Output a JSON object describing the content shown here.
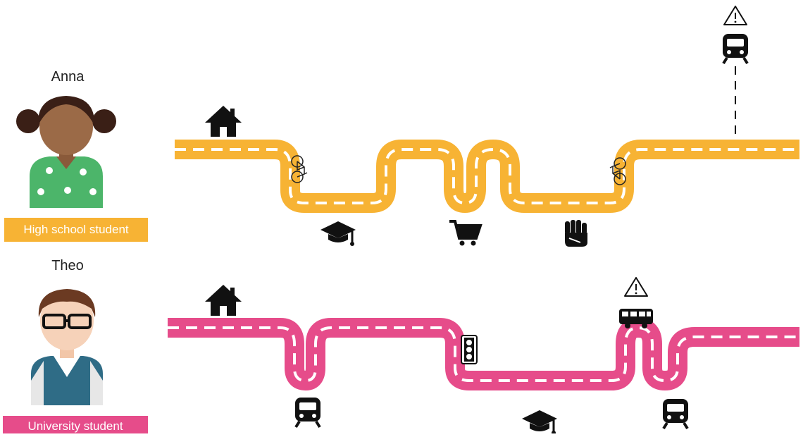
{
  "persons": [
    {
      "name": "Anna",
      "role": "High school student",
      "color": "#F7B334"
    },
    {
      "name": "Theo",
      "role": "University student",
      "color": "#E64C8A"
    }
  ],
  "routes": [
    {
      "person": "Anna",
      "stops": [
        "home-icon",
        "graduation-cap-icon",
        "shopping-cart-icon",
        "raised-fist-icon"
      ],
      "transport": [
        "bicycle-icon",
        "bicycle-icon",
        "train-icon"
      ],
      "alerts": [
        "warning-icon"
      ]
    },
    {
      "person": "Theo",
      "stops": [
        "home-icon",
        "graduation-cap-icon"
      ],
      "transport": [
        "train-icon",
        "traffic-light-icon",
        "bus-icon",
        "train-icon"
      ],
      "alerts": [
        "warning-icon"
      ]
    }
  ]
}
